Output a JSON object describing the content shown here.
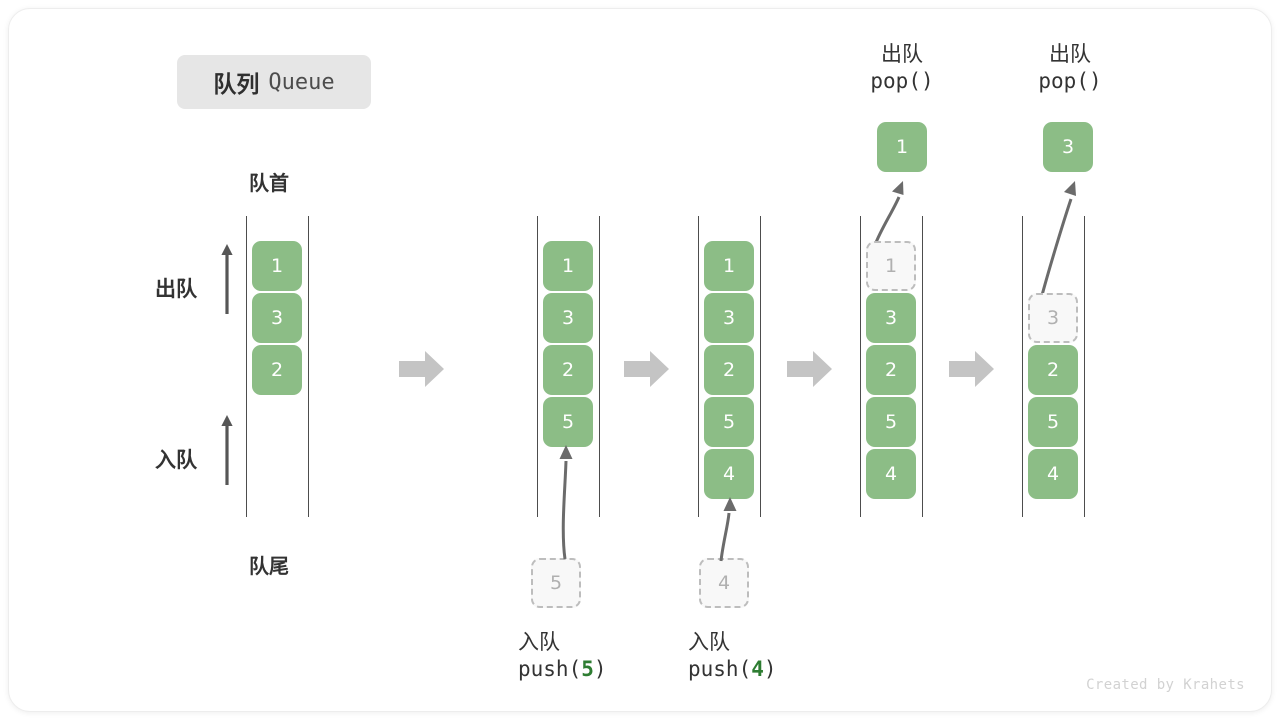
{
  "title": {
    "cn": "队列",
    "en": "Queue"
  },
  "labels": {
    "head": "队首",
    "tail": "队尾",
    "dequeue": "出队",
    "enqueue": "入队"
  },
  "colors": {
    "item_fill": "#8cbd86",
    "item_text": "#ffffff",
    "ghost_fill": "#f8f8f8",
    "ghost_border": "#bdbdbd",
    "ghost_text": "#b0b0b0",
    "rail": "#4d4d4d",
    "step_arrow": "#c4c4c4",
    "badge_bg": "#e6e6e6",
    "accent_green": "#2e7d32",
    "text": "#333333",
    "footer_text": "#d2d2d2"
  },
  "steps": [
    {
      "name": "initial",
      "items": [
        "1",
        "3",
        "2"
      ],
      "ghost_index": null,
      "ghost_value": null,
      "empty_leading": 0
    },
    {
      "name": "after-push-5",
      "items": [
        "1",
        "3",
        "2",
        "5"
      ],
      "ghost_index": null,
      "ghost_value": null,
      "empty_leading": 0
    },
    {
      "name": "after-push-4",
      "items": [
        "1",
        "3",
        "2",
        "5",
        "4"
      ],
      "ghost_index": null,
      "ghost_value": null,
      "empty_leading": 0
    },
    {
      "name": "popping-1",
      "items": [
        "1",
        "3",
        "2",
        "5",
        "4"
      ],
      "ghost_index": 0,
      "ghost_value": "1",
      "empty_leading": 0
    },
    {
      "name": "popping-3",
      "items": [
        "3",
        "2",
        "5",
        "4"
      ],
      "ghost_index": 0,
      "ghost_value": "3",
      "empty_leading": 1
    }
  ],
  "operations": {
    "push_5": {
      "cn": "入队",
      "fn": "push(",
      "arg": "5",
      "fn_close": ")",
      "staged_value": "5"
    },
    "push_4": {
      "cn": "入队",
      "fn": "push(",
      "arg": "4",
      "fn_close": ")",
      "staged_value": "4"
    },
    "pop_1": {
      "cn": "出队",
      "code": "pop()",
      "popped_value": "1"
    },
    "pop_3": {
      "cn": "出队",
      "code": "pop()",
      "popped_value": "3"
    }
  },
  "step_arrow_icon": "right-block-arrow",
  "footer": "Created by Krahets"
}
